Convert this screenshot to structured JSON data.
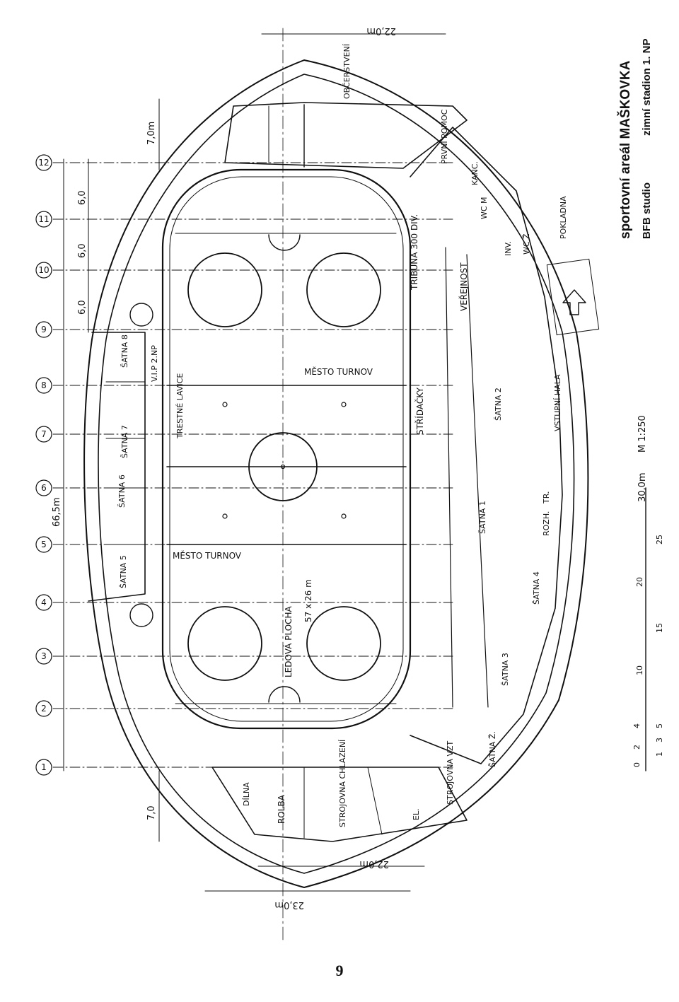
{
  "title_block": {
    "line1": "sportovní areál MAŠKOVKA",
    "line2a": "BFB studio",
    "line2b": "zimní stadion 1. NP"
  },
  "page_number": "9",
  "axis_labels": [
    "1",
    "2",
    "3",
    "4",
    "5",
    "6",
    "7",
    "8",
    "9",
    "10",
    "11",
    "12"
  ],
  "dimensions": {
    "top_22": "22,0m",
    "right_7": "7,0m",
    "right_6a": "6,0",
    "right_6b": "6,0",
    "right_6c": "6,0",
    "total_66": "66,5m",
    "left_7": "7,0",
    "bottom_22": "22,0m",
    "bottom_23": "23,0m"
  },
  "scale": {
    "label": "M 1:250",
    "top_value": "30,0m",
    "ticks": [
      "25",
      "20",
      "15",
      "10",
      "4",
      "5",
      "3",
      "2",
      "1",
      "0"
    ]
  },
  "rooms": {
    "obcerstveni": "OBČERSTVENÍ",
    "prvni_pomoc": "PRVNÍ POMOC",
    "kanc": "KANC.",
    "wc_m": "WC M",
    "inv": "INV.",
    "wc_z": "WC Ž",
    "pokladna": "POKLADNA",
    "tribuna": "TRIBUNA 300 DIV.",
    "verejnost": "VEŘEJNOST",
    "mesto_turnov_top": "MĚSTO TURNOV",
    "stridacky": "STŘÍDAČKY",
    "satna2": "ŠATNA 2",
    "vstupni_hala": "VSTUPNÍ HALA",
    "satna1": "ŠATNA 1",
    "rozh": "ROZH.",
    "tr": "TR.",
    "satna4": "ŠATNA 4",
    "satna3": "ŠATNA 3",
    "satna_z": "ŠATNA Ž.",
    "strojovna_vzt": "STROJOVNA VZT",
    "el": "EL.",
    "strojovna_chlazeni": "STROJOVNA CHLAZENÍ",
    "rolba": "ROLBA",
    "dilna": "DÍLNA",
    "ledova_plocha": "LEDOVÁ PLOCHA",
    "plocha_rozmer": "57 x 26 m",
    "mesto_turnov_bottom": "MĚSTO TURNOV",
    "trestne_lavice": "TRESTNÉ LAVICE",
    "vip": "V.I.P 2.NP",
    "satna8": "ŠATNA 8",
    "satna7": "ŠATNA 7",
    "satna6": "ŠATNA 6",
    "satna5": "ŠATNA 5"
  }
}
